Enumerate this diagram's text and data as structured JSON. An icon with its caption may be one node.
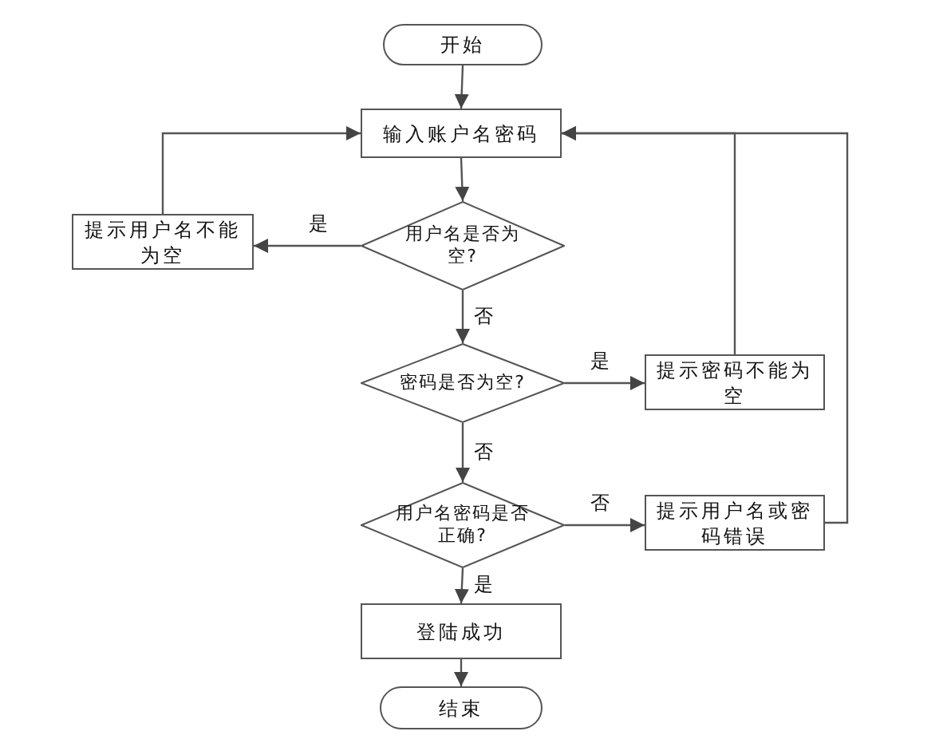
{
  "diagram": {
    "nodes": [
      {
        "text": [
          "开始"
        ]
      },
      {
        "text": [
          "输入账户名密码"
        ]
      },
      {
        "text": [
          "用户名是否为空?"
        ]
      },
      {
        "text": [
          "提示用户名不能为空"
        ]
      },
      {
        "text": [
          "密码是否为空?"
        ]
      },
      {
        "text": [
          "提示密码不能为空"
        ]
      },
      {
        "text": [
          "用户名密码是否正确?"
        ]
      },
      {
        "text": [
          "提示用户名或密码错误"
        ]
      },
      {
        "text": [
          "登陆成功"
        ]
      },
      {
        "text": [
          "结束"
        ]
      }
    ],
    "edges": [
      {
        "from": 0,
        "to": 1,
        "arrow": "to"
      },
      {
        "from": 1,
        "to": 2,
        "arrow": "to"
      },
      {
        "from": 2,
        "to": 3,
        "arrow": "to",
        "label": "是"
      },
      {
        "from": 3,
        "to": 1,
        "arrow": "to"
      },
      {
        "from": 2,
        "to": 4,
        "arrow": "to",
        "label": "否"
      },
      {
        "from": 4,
        "to": 5,
        "arrow": "to",
        "label": "是"
      },
      {
        "from": 5,
        "to": 1,
        "arrow": "to"
      },
      {
        "from": 4,
        "to": 6,
        "arrow": "to",
        "label": "否"
      },
      {
        "from": 6,
        "to": 7,
        "arrow": "to",
        "label": "否"
      },
      {
        "from": 7,
        "to": 1,
        "arrow": "to"
      },
      {
        "from": 6,
        "to": 8,
        "arrow": "to",
        "label": "是"
      },
      {
        "from": 8,
        "to": 9,
        "arrow": "to"
      }
    ]
  }
}
